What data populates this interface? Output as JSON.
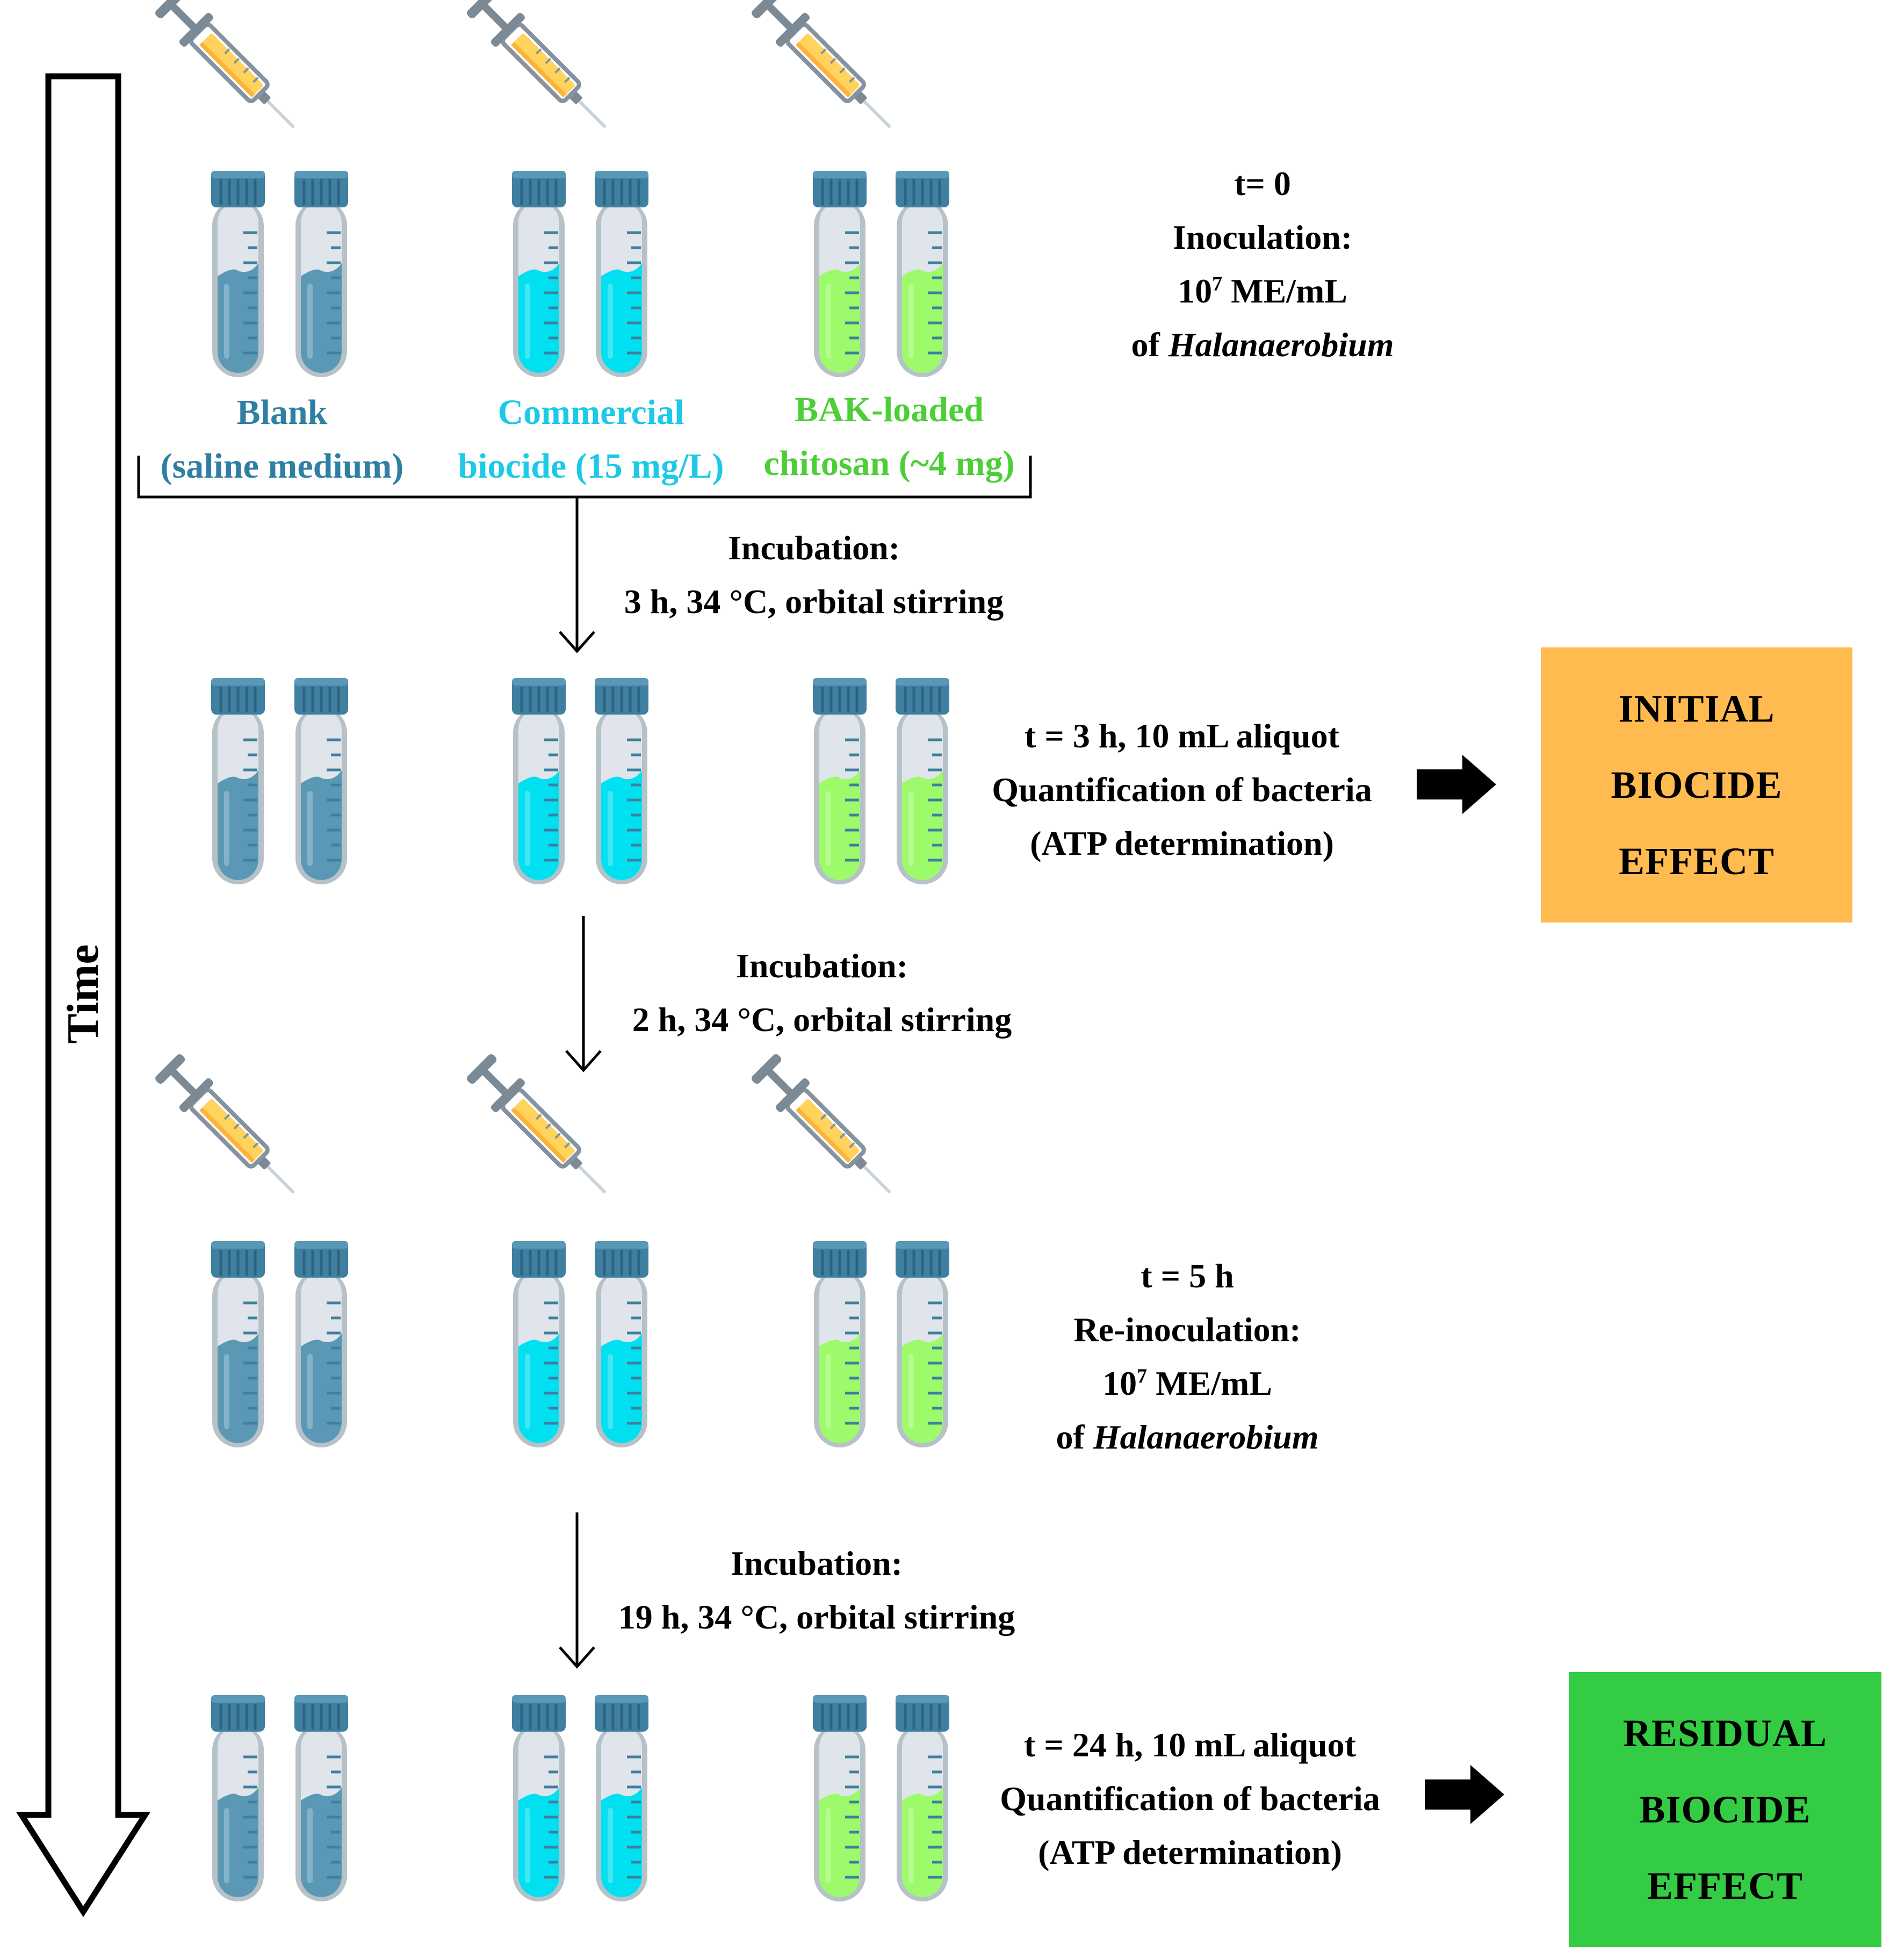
{
  "colors": {
    "blank": "#2f7fa3",
    "commercial": "#1cc9e6",
    "bak": "#4ccf36",
    "blank_liquid": "#5b98b5",
    "commercial_liquid": "#00e0f0",
    "bak_liquid": "#9dfa6a",
    "cap": "#3f7fa0",
    "initial_box": "#ffbb50",
    "residual_box": "#33cc44"
  },
  "time_arrow": {
    "label": "Time"
  },
  "groups": [
    {
      "line1": "Blank",
      "line2": "(saline medium)"
    },
    {
      "line1": "Commercial",
      "line2": "biocide (15 mg/L)"
    },
    {
      "line1": "BAK-loaded",
      "line2": "chitosan (~4 mg)"
    }
  ],
  "steps": {
    "t0": {
      "time": "t= 0",
      "title": "Inoculation:",
      "conc_base": "10",
      "conc_exp": "7",
      "conc_unit": " ME/mL",
      "of": "of ",
      "organism": "Halanaerobium"
    },
    "inc1": {
      "title": "Incubation:",
      "detail": "3 h, 34 °C, orbital stirring"
    },
    "t3": {
      "line1": "t = 3 h, 10 mL aliquot",
      "line2": "Quantification of bacteria",
      "line3": "(ATP determination)"
    },
    "inc2": {
      "title": "Incubation:",
      "detail": "2 h, 34 °C, orbital stirring"
    },
    "t5": {
      "time": "t = 5 h",
      "title": "Re-inoculation:",
      "conc_base": "10",
      "conc_exp": "7",
      "conc_unit": " ME/mL",
      "of": "of ",
      "organism": "Halanaerobium"
    },
    "inc3": {
      "title": "Incubation:",
      "detail": "19 h, 34 °C, orbital stirring"
    },
    "t24": {
      "line1": "t = 24 h, 10 mL aliquot",
      "line2": "Quantification of bacteria",
      "line3": "(ATP determination)"
    }
  },
  "outcomes": {
    "initial": {
      "line1": "INITIAL",
      "line2": "BIOCIDE",
      "line3": "EFFECT"
    },
    "residual": {
      "line1": "RESIDUAL",
      "line2": "BIOCIDE",
      "line3": "EFFECT"
    }
  },
  "icons": {
    "syringe": "syringe-icon",
    "tube": "test-tube-icon",
    "arrow": "right-arrow-icon"
  }
}
